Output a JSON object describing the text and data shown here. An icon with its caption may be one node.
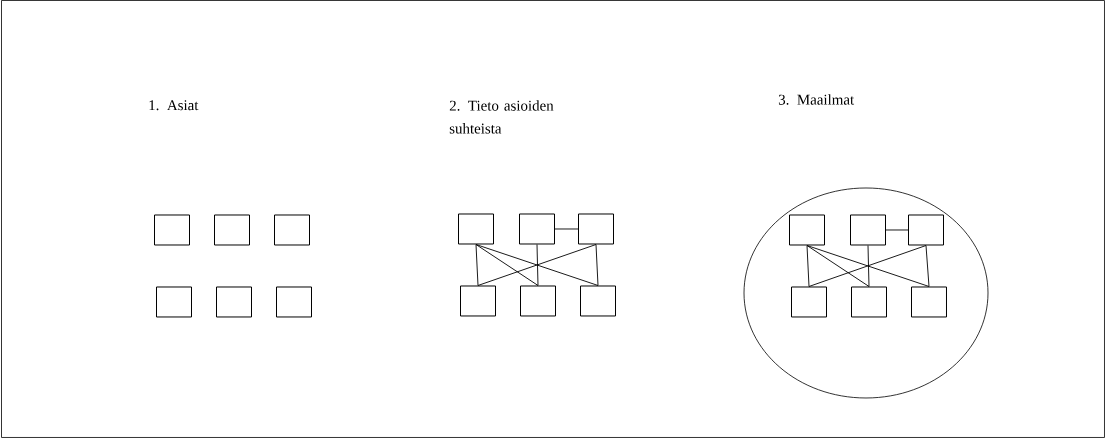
{
  "diagram": {
    "nodes": [
      {
        "text": [],
        "shape": "box"
      },
      {
        "text": [],
        "shape": "box"
      },
      {
        "text": [],
        "shape": "box"
      },
      {
        "text": [],
        "shape": "box"
      },
      {
        "text": [],
        "shape": "box"
      },
      {
        "text": [],
        "shape": "box"
      },
      {
        "text": [],
        "shape": "box"
      },
      {
        "text": [],
        "shape": "box"
      },
      {
        "text": [],
        "shape": "box"
      },
      {
        "text": [],
        "shape": "box"
      },
      {
        "text": [],
        "shape": "box"
      },
      {
        "text": [],
        "shape": "box"
      },
      {
        "text": [],
        "shape": "ellipse"
      },
      {
        "text": [],
        "shape": "box",
        "in": 12
      },
      {
        "text": [],
        "shape": "box",
        "in": 12
      },
      {
        "text": [],
        "shape": "box",
        "in": 12
      },
      {
        "text": [],
        "shape": "box",
        "in": 12
      },
      {
        "text": [],
        "shape": "box",
        "in": 12
      },
      {
        "text": [],
        "shape": "box",
        "in": 12
      }
    ],
    "edges": [
      {
        "from": 6,
        "to": 9,
        "arrow": "none"
      },
      {
        "from": 6,
        "to": 10,
        "arrow": "none"
      },
      {
        "from": 6,
        "to": 11,
        "arrow": "none"
      },
      {
        "from": 7,
        "to": 8,
        "arrow": "none"
      },
      {
        "from": 7,
        "to": 10,
        "arrow": "none"
      },
      {
        "from": 8,
        "to": 11,
        "arrow": "none"
      },
      {
        "from": 8,
        "to": 9,
        "arrow": "none"
      },
      {
        "from": 13,
        "to": 16,
        "arrow": "none"
      },
      {
        "from": 13,
        "to": 17,
        "arrow": "none"
      },
      {
        "from": 13,
        "to": 18,
        "arrow": "none"
      },
      {
        "from": 14,
        "to": 15,
        "arrow": "none"
      },
      {
        "from": 14,
        "to": 17,
        "arrow": "none"
      },
      {
        "from": 15,
        "to": 18,
        "arrow": "none"
      },
      {
        "from": 15,
        "to": 16,
        "arrow": "none"
      }
    ],
    "labels": [
      "1. Asiat",
      "2. Tieto asioiden suhteista",
      "3. Maailmat"
    ]
  }
}
